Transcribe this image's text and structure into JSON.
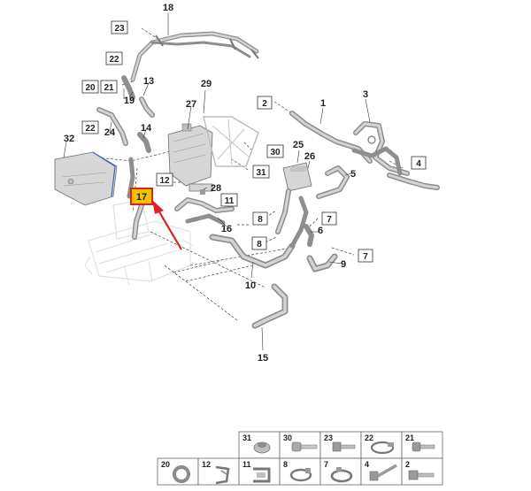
{
  "highlight": {
    "label": "17",
    "box_color": "#e02020",
    "fill_color": "#f5c400",
    "arrow_color": "#e02020"
  },
  "callouts": {
    "c1": "1",
    "c3": "3",
    "c5": "5",
    "c6": "6",
    "c9": "9",
    "c10": "10",
    "c13": "13",
    "c14": "14",
    "c15": "15",
    "c16": "16",
    "c18": "18",
    "c19": "19",
    "c24": "24",
    "c25": "25",
    "c26": "26",
    "c27": "27",
    "c28": "28",
    "c29": "29",
    "c32": "32"
  },
  "boxed": {
    "b2": "2",
    "b4": "4",
    "b7a": "7",
    "b7b": "7",
    "b8a": "8",
    "b8b": "8",
    "b11": "11",
    "b12": "12",
    "b20": "20",
    "b21": "21",
    "b22a": "22",
    "b22b": "22",
    "b23": "23",
    "b30": "30",
    "b31": "31"
  },
  "legend": {
    "row1": [
      "31",
      "30",
      "23",
      "22",
      "21"
    ],
    "row2": [
      "20",
      "12",
      "11",
      "8",
      "7",
      "4",
      "2"
    ]
  }
}
